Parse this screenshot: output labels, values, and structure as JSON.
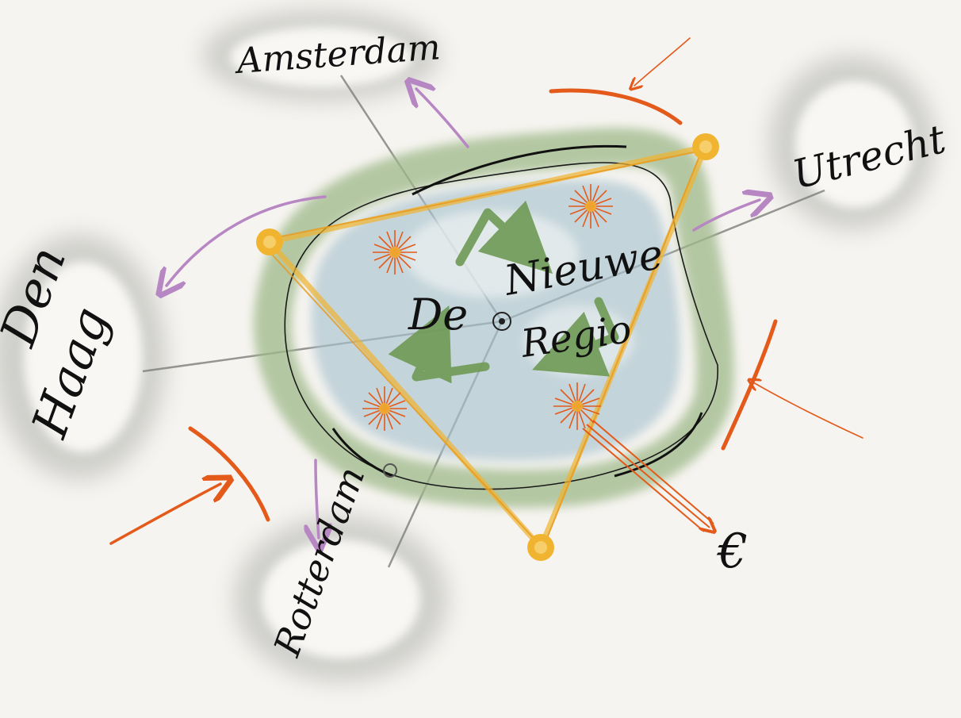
{
  "center": {
    "line1": "De",
    "line2": "Nieuwe",
    "line3": "Regio"
  },
  "cities": {
    "amsterdam": "Amsterdam",
    "utrecht": "Utrecht",
    "den_haag_1": "Den",
    "den_haag_2": "Haag",
    "rotterdam": "Rotterdam"
  },
  "symbol": "€",
  "colors": {
    "paper": "#f6f4f0",
    "city_wash": "#d4d4d0",
    "region_green": "#9fb98a",
    "region_blue": "#a9c3cf",
    "orange": "#e35a1b",
    "gold": "#f1b431",
    "purple": "#b787c3",
    "green_arrow": "#6e9a55",
    "ink": "#111111"
  }
}
